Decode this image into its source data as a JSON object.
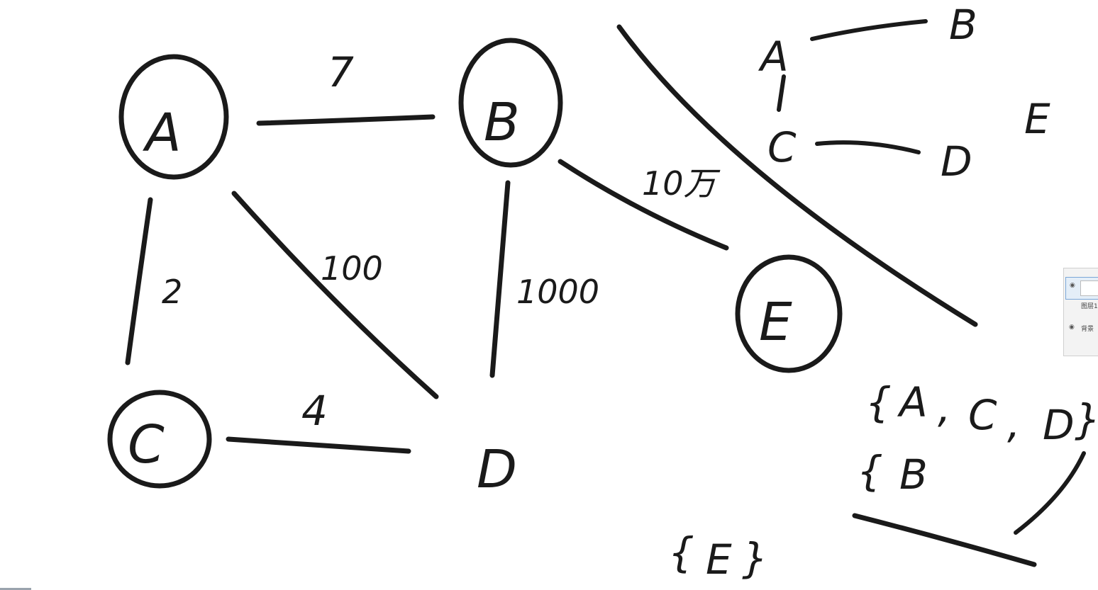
{
  "nodes": {
    "a": "A",
    "b": "B",
    "c": "C",
    "d": "D",
    "e": "E"
  },
  "weights": {
    "ab": "7",
    "ac": "2",
    "ad": "100",
    "bd": "1000",
    "cd": "4",
    "be": "10万"
  },
  "mini_graph": {
    "a": "A",
    "b": "B",
    "c": "C",
    "d": "D",
    "e": "E"
  },
  "sets": {
    "open_brace": "{",
    "set1": [
      "A",
      ",",
      "C",
      ",",
      "D"
    ],
    "close_brace": "}",
    "set2": "B",
    "set3_open": "{",
    "set3_e": "E",
    "set3_close": "}"
  },
  "layers_panel": {
    "layer1": "图层1",
    "background": "背景"
  }
}
